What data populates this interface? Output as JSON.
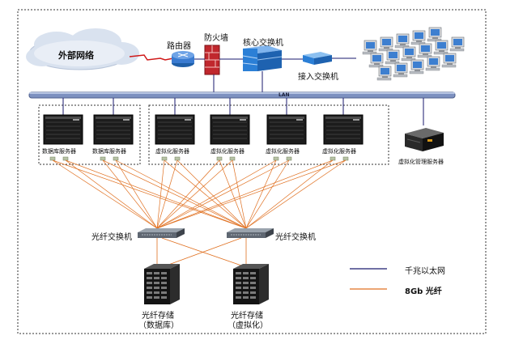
{
  "diagram": {
    "cloud_label": "外部网络",
    "router_label": "路由器",
    "firewall_label": "防火墙",
    "core_switch_label": "核心交换机",
    "access_switch_label": "接入交换机",
    "lan_label": "LAN",
    "db_servers": [
      "数据库服务器",
      "数据库服务器"
    ],
    "virt_servers": [
      "虚拟化服务器",
      "虚拟化服务器",
      "虚拟化服务器",
      "虚拟化服务器"
    ],
    "mgmt_server_label": "虚拟化管理服务器",
    "fiber_switches": [
      "光纤交换机",
      "光纤交换机"
    ],
    "storage": [
      {
        "line1": "光纤存储",
        "line2": "（数据库）"
      },
      {
        "line1": "光纤存储",
        "line2": "（虚拟化）"
      }
    ],
    "legend": {
      "ethernet": "千兆以太网",
      "fiber": "8Gb 光纤"
    },
    "colors": {
      "ethernet": "#1a1a6e",
      "fiber": "#e07020",
      "lan_bar": "#6f86b8",
      "cloud": "#cfd9ea",
      "firewall": "#c0272d",
      "switch_blue": "#2b7fd6"
    }
  }
}
